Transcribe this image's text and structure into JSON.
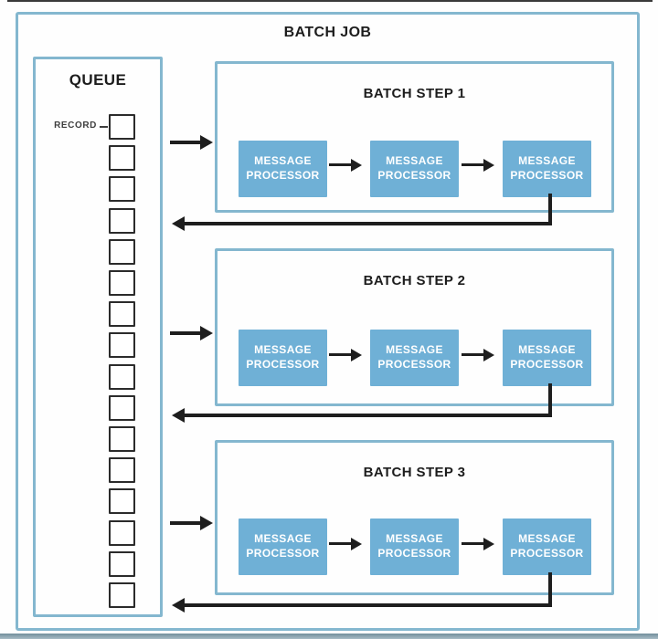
{
  "diagram": {
    "title": "BATCH JOB"
  },
  "queue": {
    "title": "QUEUE",
    "record_label": "RECORD",
    "record_count": 16
  },
  "steps": [
    {
      "title": "BATCH STEP 1",
      "processors": [
        "MESSAGE PROCESSOR",
        "MESSAGE PROCESSOR",
        "MESSAGE PROCESSOR"
      ]
    },
    {
      "title": "BATCH STEP 2",
      "processors": [
        "MESSAGE PROCESSOR",
        "MESSAGE PROCESSOR",
        "MESSAGE PROCESSOR"
      ]
    },
    {
      "title": "BATCH STEP 3",
      "processors": [
        "MESSAGE PROCESSOR",
        "MESSAGE PROCESSOR",
        "MESSAGE PROCESSOR"
      ]
    }
  ],
  "colors": {
    "border_blue": "#84b7cf",
    "processor_fill": "#6fb0d6",
    "processor_text": "#ffffff",
    "arrow_black": "#1e1e1e",
    "title_text": "#1d1d1d"
  }
}
